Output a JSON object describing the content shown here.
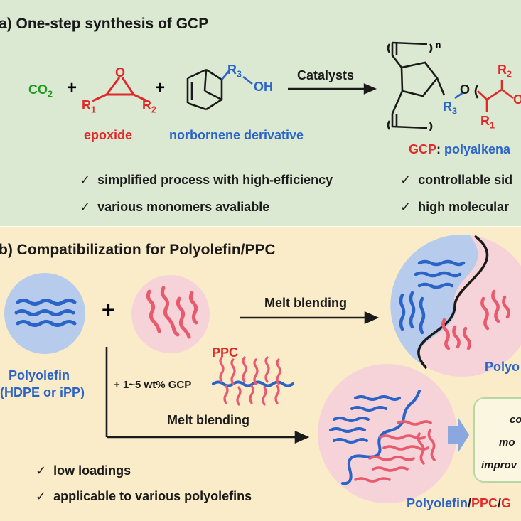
{
  "panel_a": {
    "title": "a) One-step synthesis of GCP",
    "co2": "CO",
    "co2_sub": "2",
    "plus": "+",
    "epoxide_o": "O",
    "r1": "R",
    "r1_sub": "1",
    "r2": "R",
    "r2_sub": "2",
    "r3": "R",
    "r3_sub": "3",
    "oh": "OH",
    "arrow_label": "Catalysts",
    "epoxide_label": "epoxide",
    "norbornene_label": "norbornene derivative",
    "product_n": "n",
    "product_o": "O",
    "product_r3": "R",
    "product_r3_sub": "3",
    "product_r2": "R",
    "product_r2_sub": "2",
    "product_r1": "R",
    "product_r1_sub": "1",
    "product_o2": "O",
    "gcp_label": "GCP",
    "gcp_colon": ": ",
    "gcp_desc": "polyalkena",
    "bullets_left": [
      "simplified process with high-efficiency",
      "various monomers avaliable"
    ],
    "bullets_right": [
      "controllable sid",
      "high molecular"
    ],
    "check": "✓"
  },
  "panel_b": {
    "title": "b) Compatibilization for Polyolefin/PPC",
    "plus": "+",
    "melt_blending_1": "Melt blending",
    "melt_blending_2": "Melt blending",
    "ppc_label": "PPC",
    "gcp_loading": "+ 1~5 wt% GCP",
    "polyolefin_label": "Polyolefin",
    "polyolefin_types": "(HDPE or iPP)",
    "blend_label_partial": "Polyo",
    "result_polyolefin": "Polyolefin",
    "result_slash1": "/",
    "result_ppc": "PPC",
    "result_slash2": "/",
    "result_gcp": "G",
    "box_lines": [
      "co",
      "mo",
      "improv"
    ],
    "bullets": [
      "low loadings",
      "applicable to various polyolefins"
    ],
    "check": "✓"
  },
  "colors": {
    "panel_a_bg": "#dbe9d3",
    "panel_b_bg": "#fbecc9",
    "red": "#e02a2a",
    "blue": "#2a64c8",
    "green": "#1f9a1f",
    "pink_fill": "#f6d3d8",
    "blue_fill": "#b7cbec"
  }
}
